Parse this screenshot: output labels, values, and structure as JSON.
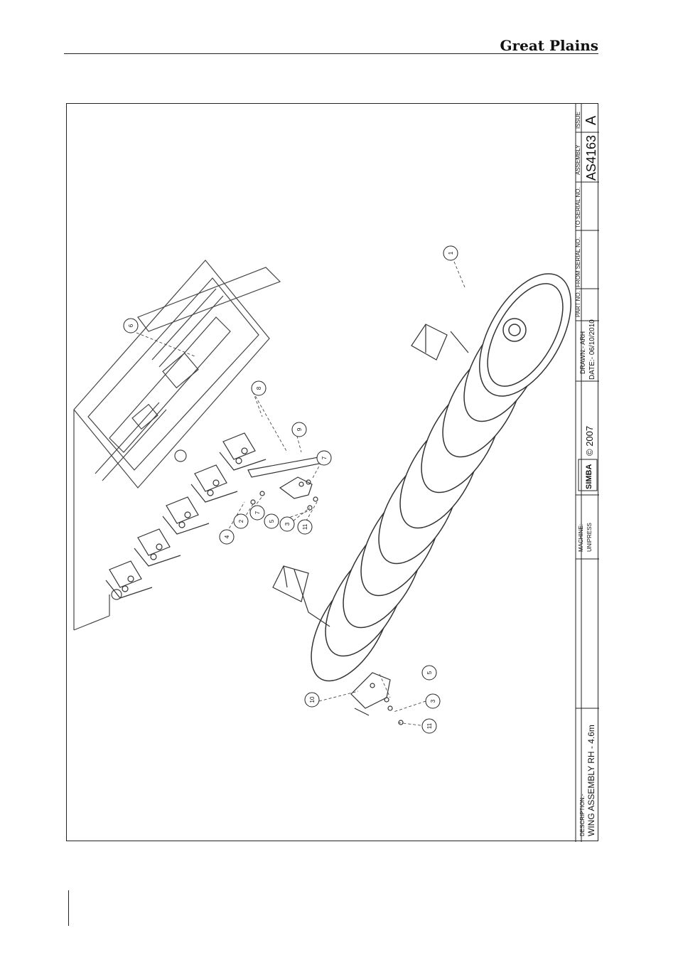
{
  "header": {
    "brand": "Great Plains"
  },
  "title_block": {
    "issue_label": "ISSUE",
    "issue_value": "A",
    "assembly_label": "ASSEMBLY",
    "assembly_value": "AS4163",
    "to_serial_label": "TO SERIAL NO.",
    "from_serial_label": "FROM SERIAL NO.",
    "part_no_label": "PART NO.",
    "drawn_label": "DRAWN:- ARH",
    "date_label": "DATE:- 06/10/2010",
    "simba_logo": "SIMBA",
    "copyright": "© 2007",
    "machine_label": "MACHINE:-",
    "machine_value": "UNIPRESS",
    "description_label": "DESCRIPTION:-",
    "description_value": "WING ASSEMBLY RH - 4.6m"
  },
  "balloons": [
    "1",
    "6",
    "8",
    "9",
    "7",
    "4",
    "2",
    "7",
    "5",
    "3",
    "11",
    "10",
    "5",
    "3",
    "11"
  ]
}
